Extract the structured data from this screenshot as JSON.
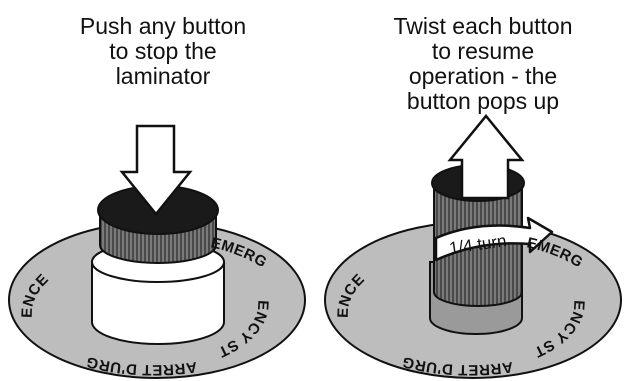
{
  "left_panel": {
    "caption_lines": [
      "Push any button",
      "to stop the",
      "laminator"
    ],
    "ring_label_left": "ENCE",
    "ring_label_right": "EMERG",
    "ring_label_right_lower": "ENCY STOP",
    "ring_label_bottom": "ARRET D'URG"
  },
  "right_panel": {
    "caption_lines": [
      "Twist each button",
      "to resume",
      "operation - the",
      "button pops up"
    ],
    "turn_label": "1/4 turn",
    "ring_label_left": "ENCE",
    "ring_label_right": "EMERG",
    "ring_label_right_lower": "ENCY STOP",
    "ring_label_bottom": "ARRET D'URG"
  },
  "colors": {
    "ring_fill": "#bdbdbd",
    "cap_fill": "#1a1a1a",
    "knurl_fill": "#6e6e6e",
    "body_fill": "#ffffff",
    "outline": "#111111"
  },
  "icons": {
    "left_arrow": "arrow-down-icon",
    "right_arrow": "arrow-up-icon",
    "turn_arrow": "rotate-arrow-icon"
  }
}
